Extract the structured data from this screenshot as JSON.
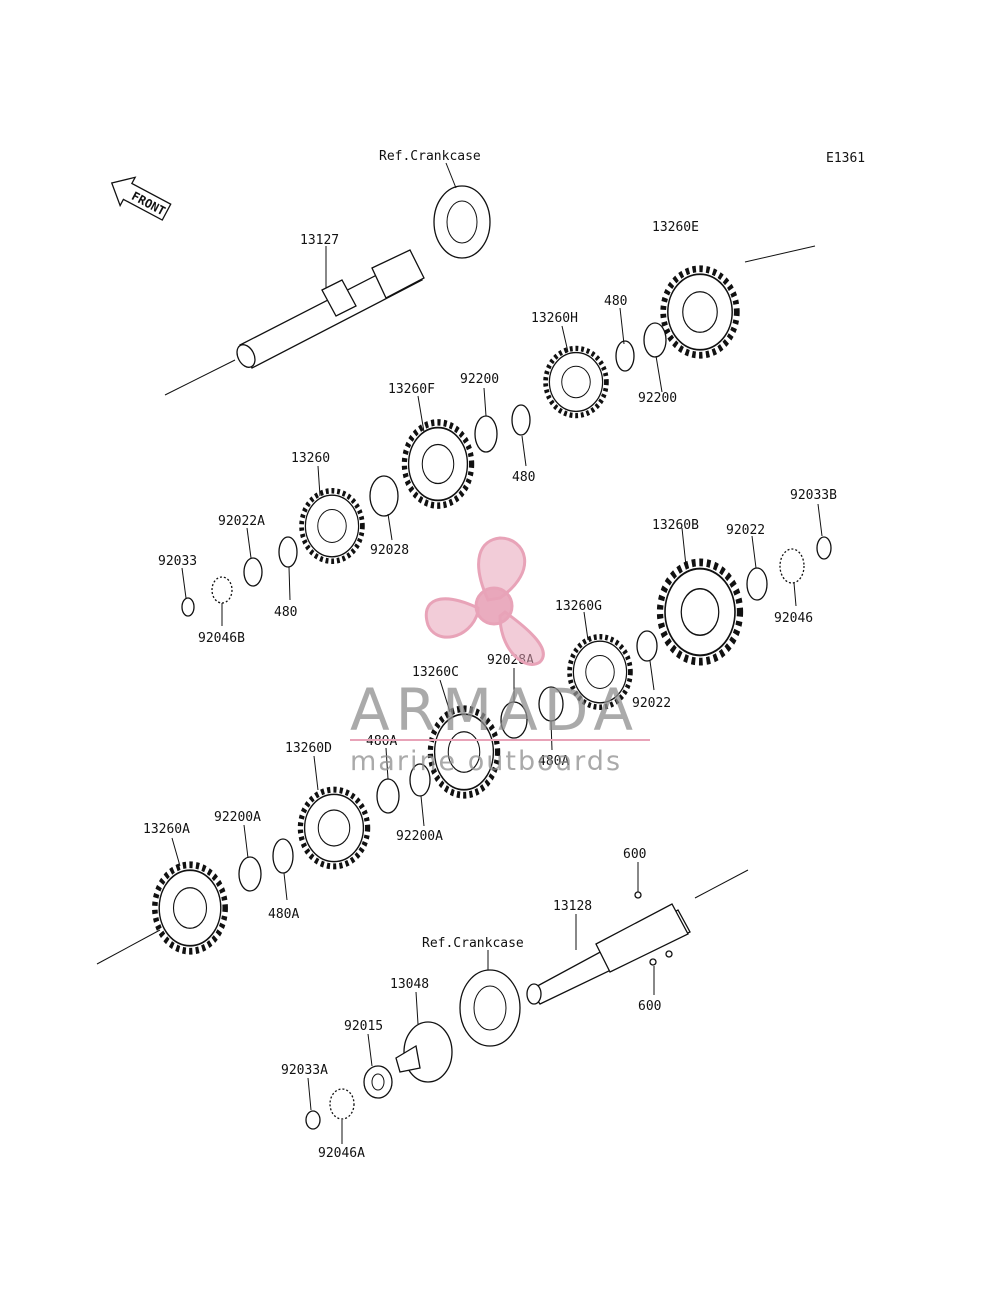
{
  "diagram": {
    "code": "E1361",
    "front_label": "FRONT",
    "parts": [
      {
        "id": "ref-crankcase-top",
        "text": "Ref.Crankcase"
      },
      {
        "id": "p13127",
        "text": "13127"
      },
      {
        "id": "p13260E",
        "text": "13260E"
      },
      {
        "id": "p480-a",
        "text": "480"
      },
      {
        "id": "p13260H",
        "text": "13260H"
      },
      {
        "id": "p92200-a",
        "text": "92200"
      },
      {
        "id": "p92200-b",
        "text": "92200"
      },
      {
        "id": "p13260F",
        "text": "13260F"
      },
      {
        "id": "p480-b",
        "text": "480"
      },
      {
        "id": "p13260",
        "text": "13260"
      },
      {
        "id": "p92028",
        "text": "92028"
      },
      {
        "id": "p92022A",
        "text": "92022A"
      },
      {
        "id": "p480-c",
        "text": "480"
      },
      {
        "id": "p92033",
        "text": "92033"
      },
      {
        "id": "p92046B",
        "text": "92046B"
      },
      {
        "id": "p92033B",
        "text": "92033B"
      },
      {
        "id": "p13260B",
        "text": "13260B"
      },
      {
        "id": "p92022-a",
        "text": "92022"
      },
      {
        "id": "p92046",
        "text": "92046"
      },
      {
        "id": "p13260G",
        "text": "13260G"
      },
      {
        "id": "p92022-b",
        "text": "92022"
      },
      {
        "id": "p92028A",
        "text": "92028A"
      },
      {
        "id": "p13260C",
        "text": "13260C"
      },
      {
        "id": "p480A-a",
        "text": "480A"
      },
      {
        "id": "p480A-b",
        "text": "480A"
      },
      {
        "id": "p13260D",
        "text": "13260D"
      },
      {
        "id": "p92200A-a",
        "text": "92200A"
      },
      {
        "id": "p92200A-b",
        "text": "92200A"
      },
      {
        "id": "p13260A",
        "text": "13260A"
      },
      {
        "id": "p480A-c",
        "text": "480A"
      },
      {
        "id": "p600-a",
        "text": "600"
      },
      {
        "id": "p600-b",
        "text": "600"
      },
      {
        "id": "p13128",
        "text": "13128"
      },
      {
        "id": "ref-crankcase-bottom",
        "text": "Ref.Crankcase"
      },
      {
        "id": "p13048",
        "text": "13048"
      },
      {
        "id": "p92015",
        "text": "92015"
      },
      {
        "id": "p92033A",
        "text": "92033A"
      },
      {
        "id": "p92046A",
        "text": "92046A"
      }
    ]
  },
  "watermark": {
    "brand": "ARMADA",
    "tagline": "marine outboards",
    "colors": {
      "logo": "#e8a3b8",
      "text": "#8e8e8e",
      "rule": "#e8a3b8"
    }
  }
}
